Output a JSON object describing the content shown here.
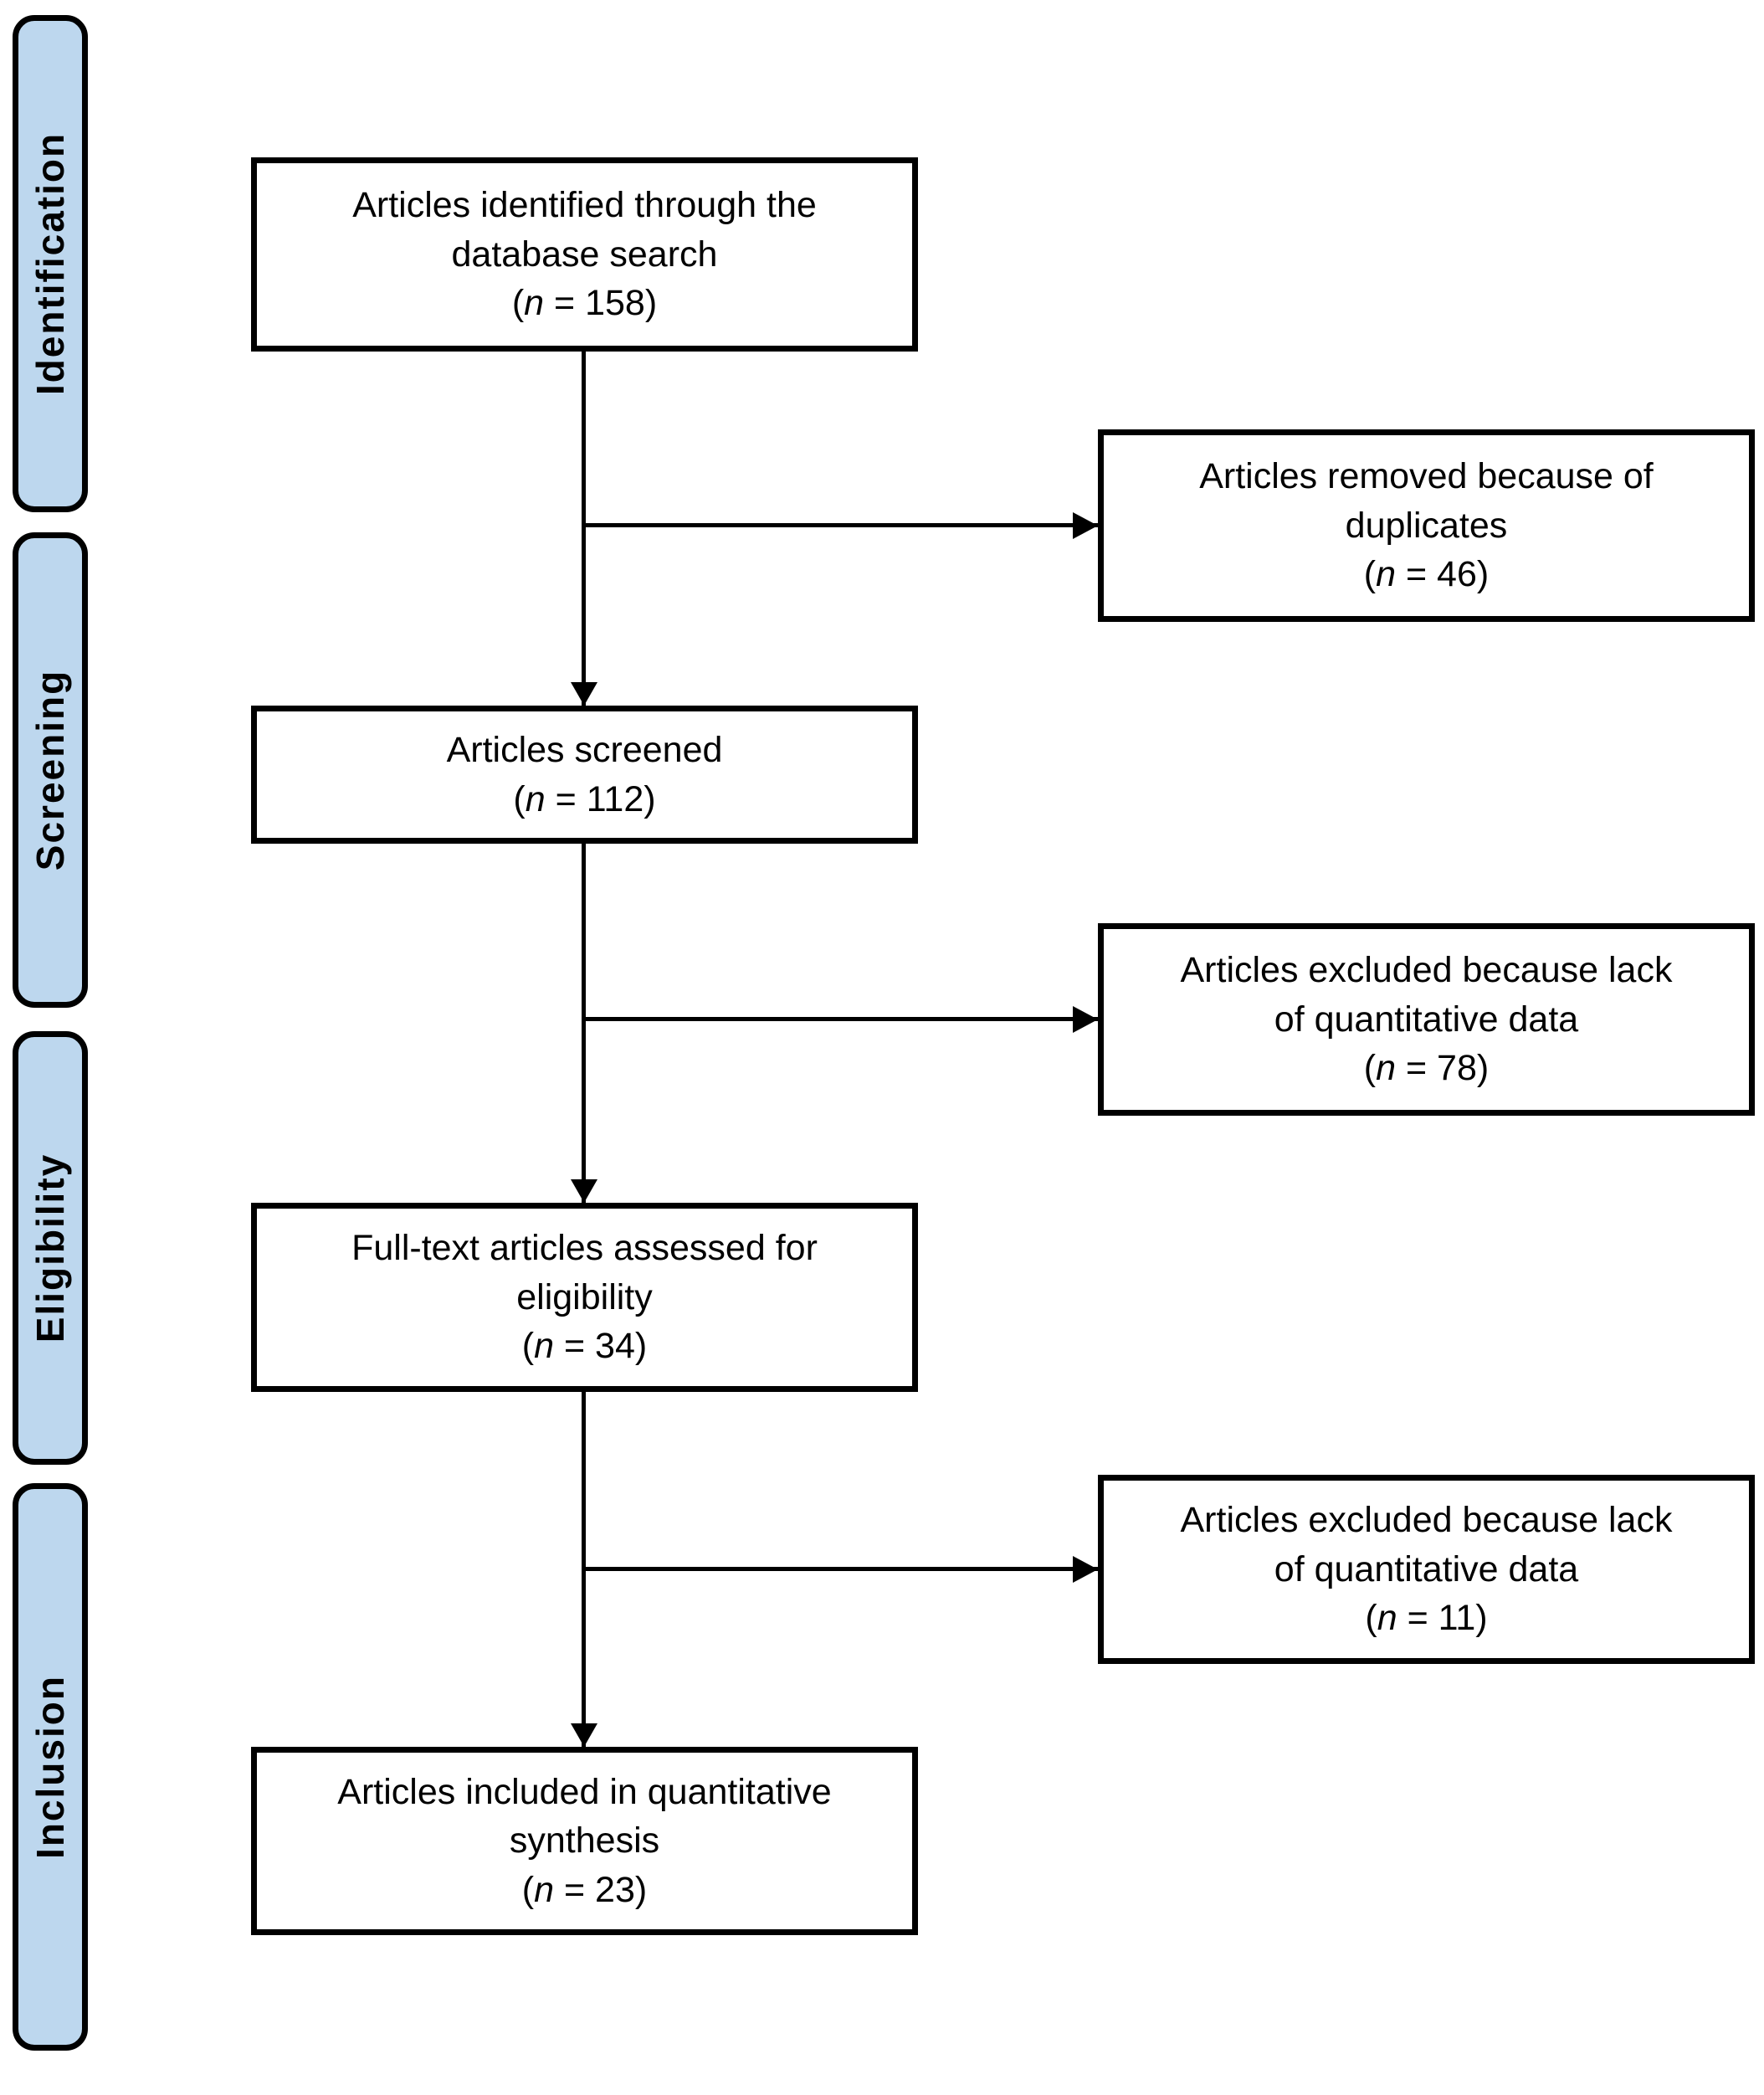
{
  "colors": {
    "stage_fill": "#BDD7EE",
    "line": "#000000",
    "box_bg": "#FFFFFF",
    "text": "#000000"
  },
  "stages": [
    {
      "label": "Identification"
    },
    {
      "label": "Screening"
    },
    {
      "label": "Eligibility"
    },
    {
      "label": "Inclusion"
    }
  ],
  "n_format": {
    "open": "(",
    "var": "n",
    "eq": " = ",
    "close": ")"
  },
  "flow": {
    "left": [
      {
        "lines": [
          "Articles identified through the",
          "database search"
        ],
        "n": "158"
      },
      {
        "lines": [
          "Articles screened"
        ],
        "n": "112"
      },
      {
        "lines": [
          "Full-text articles assessed for",
          "eligibility"
        ],
        "n": "34"
      },
      {
        "lines": [
          "Articles included in quantitative",
          "synthesis"
        ],
        "n": "23"
      }
    ],
    "right": [
      {
        "lines": [
          "Articles removed because of",
          "duplicates"
        ],
        "n": "46"
      },
      {
        "lines": [
          "Articles excluded because lack",
          "of quantitative data"
        ],
        "n": "78"
      },
      {
        "lines": [
          "Articles excluded because lack",
          "of quantitative data"
        ],
        "n": "11"
      }
    ]
  }
}
